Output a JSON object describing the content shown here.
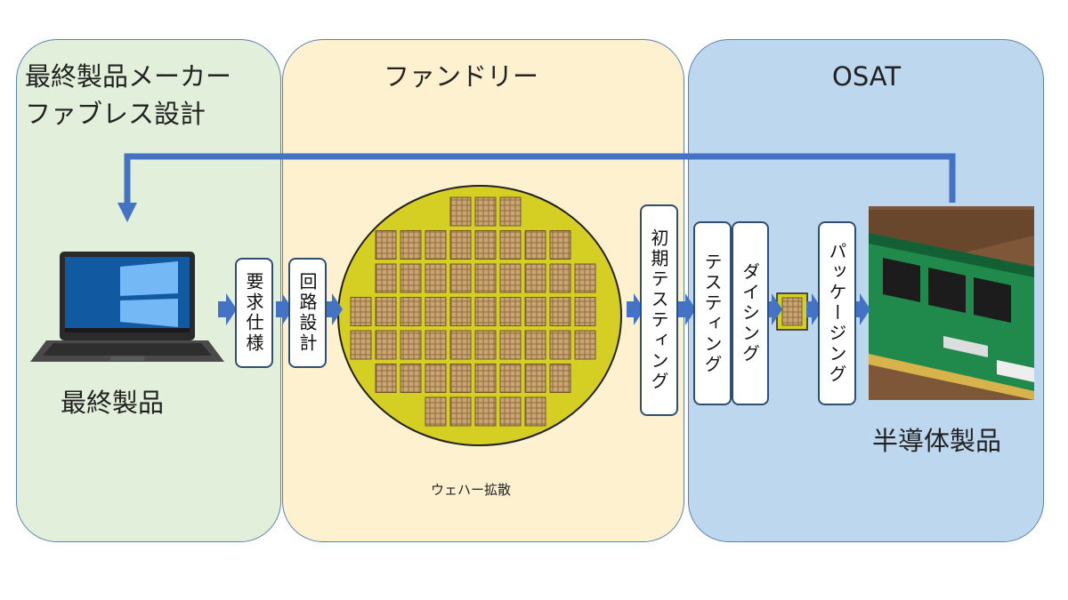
{
  "panels": {
    "maker": {
      "title_line1": "最終製品メーカー",
      "title_line2": "ファブレス設計"
    },
    "foundry": {
      "title": "ファンドリー"
    },
    "osat": {
      "title": "OSAT"
    }
  },
  "steps": {
    "requirements": "要求仕様",
    "circuit_design": "回路設計",
    "initial_testing": "初期テスティング",
    "testing": "テスティング",
    "dicing": "ダイシング",
    "packaging": "パッケージング"
  },
  "labels": {
    "end_product": "最終製品",
    "wafer_diffusion": "ウェハー拡散",
    "semiconductor_product": "半導体製品"
  },
  "colors": {
    "arrow": "#4472c4",
    "wafer": "#d4cf22",
    "die": "#c9a574",
    "maker_bg": "#e2efda",
    "foundry_bg": "#fdf1cf",
    "osat_bg": "#bdd7ee"
  },
  "icons": {
    "laptop": "laptop-icon",
    "memory_module": "memory-module-image"
  }
}
